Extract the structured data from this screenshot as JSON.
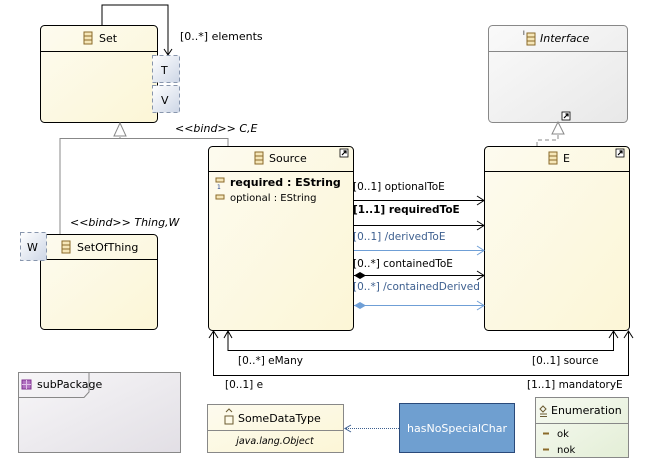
{
  "classes": {
    "set": {
      "name": "Set",
      "params": [
        "T",
        "V"
      ]
    },
    "interface": {
      "name": "Interface"
    },
    "source": {
      "name": "Source",
      "attributes": [
        {
          "label": "required : EString",
          "required": true
        },
        {
          "label": "optional : EString",
          "required": false
        }
      ]
    },
    "e": {
      "name": "E"
    },
    "set_of_thing": {
      "name": "SetOfThing",
      "params": [
        "W"
      ]
    },
    "some_data_type": {
      "name": "SomeDataType",
      "instance_class": "java.lang.Object"
    },
    "enumeration": {
      "name": "Enumeration",
      "literals": [
        "ok",
        "nok"
      ]
    }
  },
  "package": {
    "name": "subPackage"
  },
  "constraint": {
    "name": "hasNoSpecialChar"
  },
  "relations": {
    "elements": "[0..*] elements",
    "bind_ce": "<<bind>> C,E",
    "bind_thing": "<<bind>> Thing,W",
    "optional_to_e": "[0..1] optionalToE",
    "required_to_e": "[1..1] requiredToE",
    "derived_to_e": "[0..1] /derivedToE",
    "contained_to_e": "[0..*] containedToE",
    "contained_derived": "[0..*] /containedDerived",
    "e_many": "[0..*] eMany",
    "source": "[0..1] source",
    "e": "[0..1] e",
    "mandatory_e": "[1..1] mandatoryE"
  },
  "colors": {
    "class_fill": "#fdf9e0",
    "interface_fill": "#eeeeee",
    "derived": "#6f9fd6",
    "constraint": "#6f9fd0",
    "enum_fill": "#eef5e4",
    "package_fill": "#ebe8ee"
  }
}
